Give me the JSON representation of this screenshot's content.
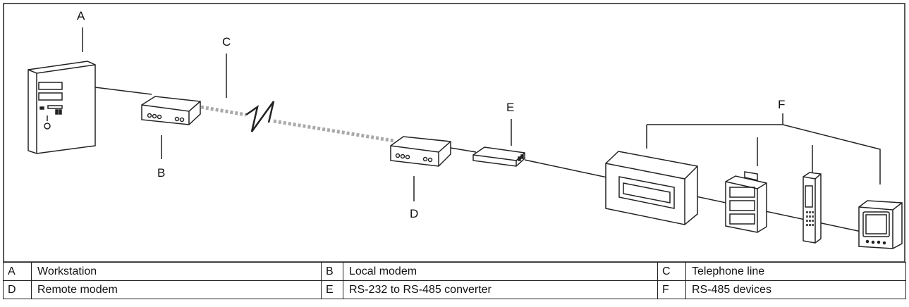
{
  "diagram": {
    "callouts": [
      "A",
      "B",
      "C",
      "D",
      "E",
      "F"
    ]
  },
  "legend": [
    [
      {
        "key": "A",
        "text": "Workstation"
      },
      {
        "key": "B",
        "text": "Local modem"
      },
      {
        "key": "C",
        "text": "Telephone line"
      }
    ],
    [
      {
        "key": "D",
        "text": "Remote modem"
      },
      {
        "key": "E",
        "text": "RS-232 to RS-485 converter"
      },
      {
        "key": "F",
        "text": "RS-485 devices"
      }
    ]
  ],
  "colors": {
    "line": "#222222",
    "phone_line": "#aaaaaa",
    "device_fill": "#ffffff"
  }
}
